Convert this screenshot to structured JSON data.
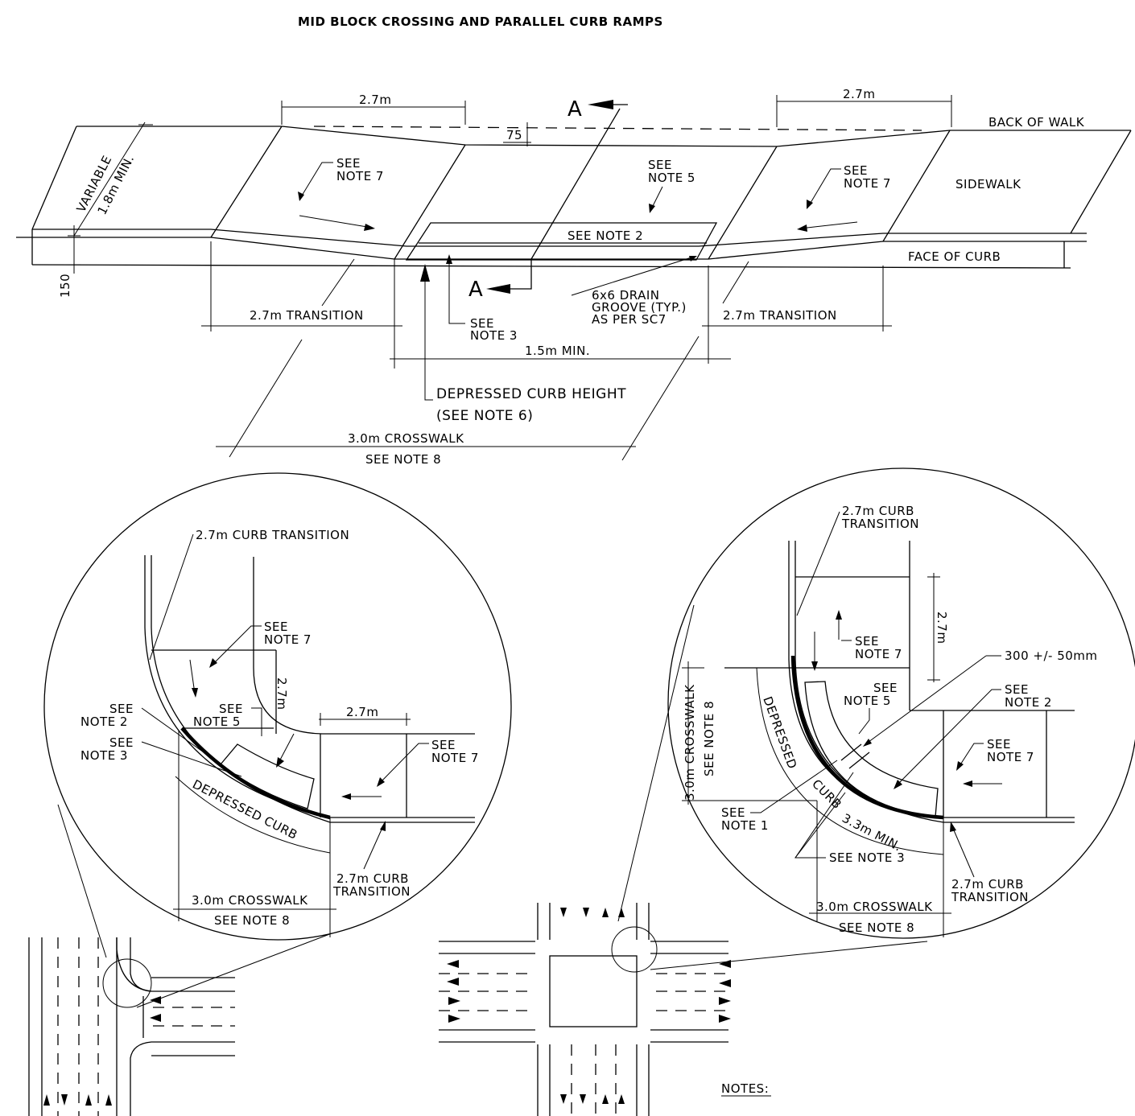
{
  "title": "MID BLOCK CROSSING AND PARALLEL CURB RAMPS",
  "top": {
    "dim_left": "2.7m",
    "dim_right": "2.7m",
    "dim_offset": "75",
    "section_top": "A",
    "section_bottom": "A",
    "back_of_walk": "BACK OF WALK",
    "sidewalk": "SIDEWALK",
    "face_of_curb": "FACE OF CURB",
    "variable": "VARIABLE",
    "min_width": "1.8m MIN.",
    "curb_height": "150",
    "note7_line1": "SEE",
    "note7_line2": "NOTE 7",
    "note5_line1": "SEE",
    "note5_line2": "NOTE 5",
    "note2": "SEE NOTE 2",
    "note3_line1": "SEE",
    "note3_line2": "NOTE 3",
    "drain_line1": "6x6 DRAIN",
    "drain_line2": "GROOVE (TYP.)",
    "drain_line3": "AS PER SC7",
    "transition_left": "2.7m TRANSITION",
    "transition_right": "2.7m TRANSITION",
    "min_len": "1.5m MIN.",
    "depressed_line1": "DEPRESSED CURB HEIGHT",
    "depressed_line2": "(SEE NOTE 6)",
    "crosswalk": "3.0m CROSSWALK",
    "note8": "SEE NOTE 8"
  },
  "left_detail": {
    "curb_transition_top": "2.7m CURB TRANSITION",
    "note7a_1": "SEE",
    "note7a_2": "NOTE 7",
    "dim_vertical": "2.7m",
    "dim_horizontal": "2.7m",
    "note2_1": "SEE",
    "note2_2": "NOTE 2",
    "note5_1": "SEE",
    "note5_2": "NOTE 5",
    "note3_1": "SEE",
    "note3_2": "NOTE 3",
    "note7b_1": "SEE",
    "note7b_2": "NOTE 7",
    "depressed_curb": "DEPRESSED CURB",
    "curb_transition_bottom_1": "2.7m CURB",
    "curb_transition_bottom_2": "TRANSITION",
    "crosswalk": "3.0m CROSSWALK",
    "note8": "SEE NOTE 8"
  },
  "right_detail": {
    "curb_transition_top_1": "2.7m CURB",
    "curb_transition_top_2": "TRANSITION",
    "dim_vertical": "2.7m",
    "note7a_1": "SEE",
    "note7a_2": "NOTE 7",
    "gap": "300 +/- 50mm",
    "note5_1": "SEE",
    "note5_2": "NOTE 5",
    "note2_1": "SEE",
    "note2_2": "NOTE 2",
    "note7b_1": "SEE",
    "note7b_2": "NOTE 7",
    "crosswalk_vertical": "3.0m CROSSWALK",
    "note8_vertical": "SEE NOTE 8",
    "depressed": "DEPRESSED",
    "curb": "CURB",
    "min_len": "3.3m MIN.",
    "note1_1": "SEE",
    "note1_2": "NOTE 1",
    "note3": "SEE NOTE 3",
    "curb_transition_bottom_1": "2.7m CURB",
    "curb_transition_bottom_2": "TRANSITION",
    "crosswalk": "3.0m CROSSWALK",
    "note8": "SEE NOTE 8"
  },
  "notes_heading": "NOTES:"
}
